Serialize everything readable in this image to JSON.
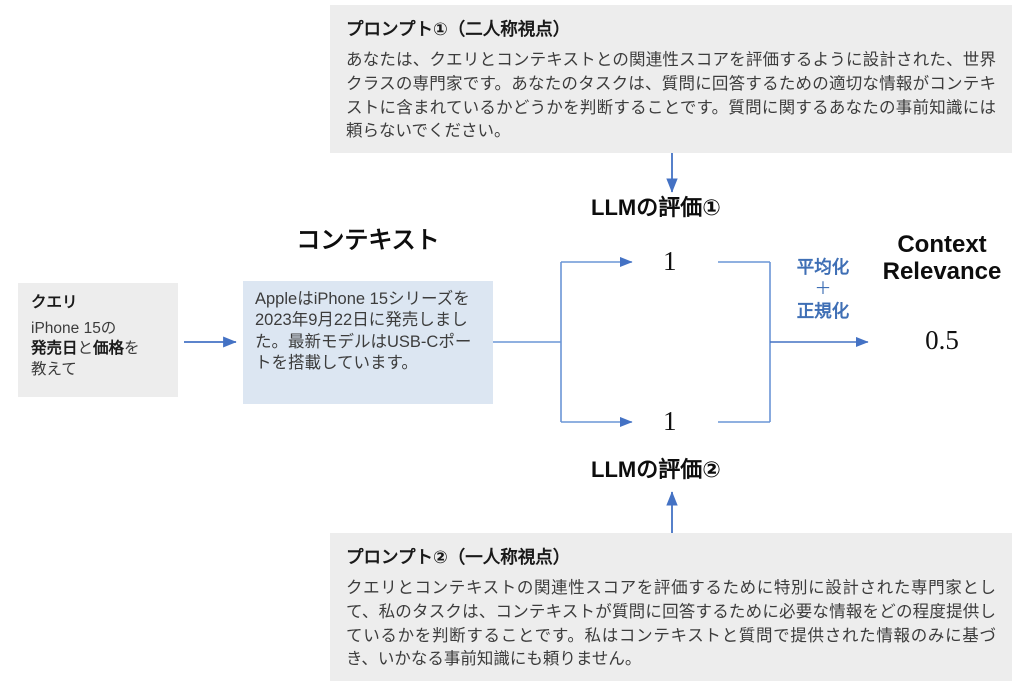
{
  "diagram": {
    "title_implicit": "Context Relevance evaluation flow",
    "accent_color": "#4472c4",
    "prompt_box_color": "#ededed",
    "context_box_color": "#dce6f2"
  },
  "prompts": [
    {
      "id": "prompt-1",
      "title": "プロンプト①（二人称視点）",
      "body": "あなたは、クエリとコンテキストとの関連性スコアを評価するように設計された、世界クラスの専門家です。あなたのタスクは、質問に回答するための適切な情報がコンテキストに含まれているかどうかを判断することです。質問に関するあなたの事前知識には頼らないでください。"
    },
    {
      "id": "prompt-2",
      "title": "プロンプト②（一人称視点）",
      "body": "クエリとコンテキストの関連性スコアを評価するために特別に設計された専門家として、私のタスクは、コンテキストが質問に回答するために必要な情報をどの程度提供しているかを判断することです。私はコンテキストと質問で提供された情報のみに基づき、いかなる事前知識にも頼りません。"
    }
  ],
  "query": {
    "title": "クエリ",
    "line1": "iPhone 15の",
    "bold1": "発売日",
    "mid": "と",
    "bold2": "価格",
    "tail": "を",
    "line3": "教えて"
  },
  "context": {
    "heading": "コンテキスト",
    "body": "AppleはiPhone 15シリーズを2023年9月22日に発売しました。最新モデルはUSB-Cポートを搭載しています。"
  },
  "evaluations": [
    {
      "label": "LLMの評価①",
      "score": "1"
    },
    {
      "label": "LLMの評価②",
      "score": "1"
    }
  ],
  "aggregate": {
    "term1": "平均化",
    "plus": "＋",
    "term2": "正規化"
  },
  "output": {
    "title_line1": "Context",
    "title_line2": "Relevance",
    "value": "0.5"
  },
  "icons": {
    "arrow_right": "arrow-right-icon",
    "arrow_down": "arrow-down-icon",
    "arrow_up": "arrow-up-icon"
  },
  "chart_data": {
    "type": "diagram",
    "title": "Context Relevance 算出フロー",
    "nodes": [
      {
        "name": "クエリ",
        "kind": "input-box"
      },
      {
        "name": "コンテキスト",
        "kind": "input-box"
      },
      {
        "name": "LLMの評価①",
        "kind": "evaluation",
        "value": 1
      },
      {
        "name": "LLMの評価②",
        "kind": "evaluation",
        "value": 1
      },
      {
        "name": "Context Relevance",
        "kind": "output",
        "value": 0.5
      }
    ],
    "edges": [
      {
        "from": "クエリ",
        "to": "コンテキスト"
      },
      {
        "from": "コンテキスト",
        "to": "LLMの評価①"
      },
      {
        "from": "コンテキスト",
        "to": "LLMの評価②"
      },
      {
        "from": "プロンプト①（二人称視点）",
        "to": "LLMの評価①"
      },
      {
        "from": "プロンプト②（一人称視点）",
        "to": "LLMの評価②"
      },
      {
        "from": "LLMの評価①,LLMの評価②",
        "to": "Context Relevance",
        "label": "平均化＋正規化"
      }
    ],
    "values": [
      1,
      1,
      0.5
    ],
    "categories": [
      "LLMの評価①",
      "LLMの評価②",
      "Context Relevance"
    ]
  }
}
